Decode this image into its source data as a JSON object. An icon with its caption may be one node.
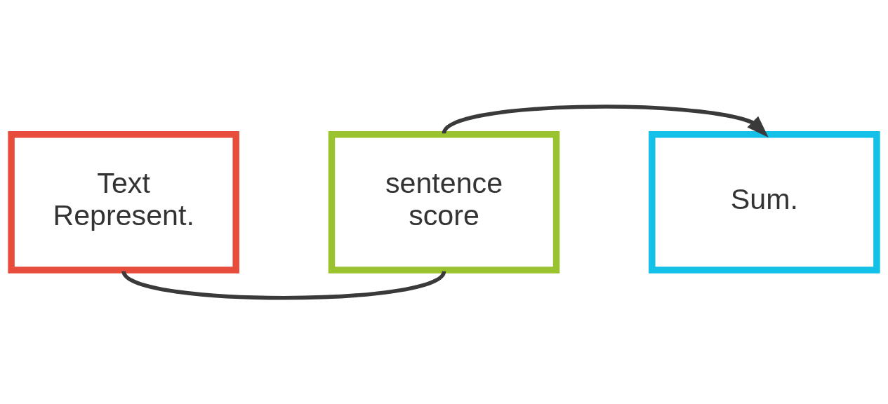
{
  "diagram": {
    "nodes": [
      {
        "text": [
          "Text Represent."
        ]
      },
      {
        "text": [
          "sentence score"
        ]
      },
      {
        "text": [
          "Sum."
        ]
      }
    ],
    "edges": [
      {
        "from": 0,
        "to": 1,
        "arrow": "none"
      },
      {
        "from": 1,
        "to": 2,
        "arrow": "to"
      }
    ]
  }
}
